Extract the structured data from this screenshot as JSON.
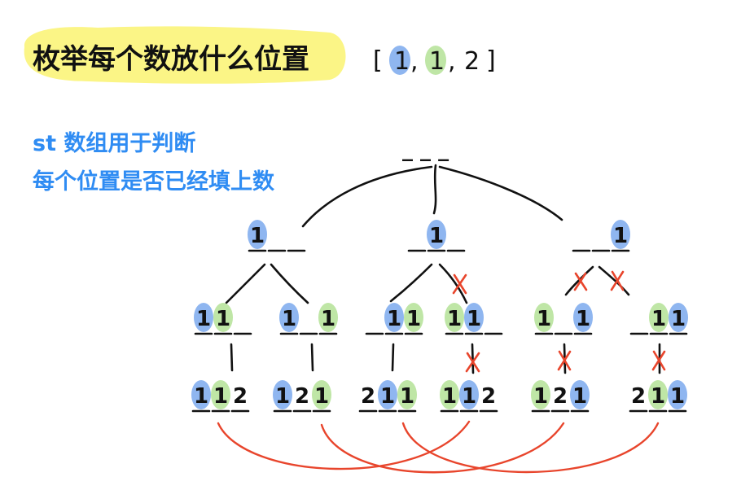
{
  "title": "枚举每个数放什么位置",
  "input_array": {
    "open": "[",
    "close": "]",
    "values": [
      "1",
      "1",
      "2"
    ],
    "separators": [
      ",",
      ","
    ]
  },
  "note_lines": [
    "st 数组用于判断",
    "每个位置是否已经填上数"
  ],
  "colors": {
    "blue_one": "#8fb6f0",
    "green_one": "#bfe6a6",
    "highlight": "#fbf586",
    "note": "#2f8cf3",
    "cross": "#e8452c",
    "line": "#111111"
  },
  "root_slots": "_ _ _",
  "level1": [
    {
      "slots": [
        "1",
        "",
        ""
      ],
      "colors": [
        "blue",
        "",
        ""
      ]
    },
    {
      "slots": [
        "",
        "1",
        ""
      ],
      "colors": [
        "",
        "blue",
        ""
      ]
    },
    {
      "slots": [
        "",
        "",
        "1"
      ],
      "colors": [
        "",
        "",
        "blue"
      ]
    }
  ],
  "level2": [
    {
      "slots": [
        "1",
        "1",
        ""
      ],
      "colors": [
        "blue",
        "green",
        ""
      ]
    },
    {
      "slots": [
        "1",
        "",
        "1"
      ],
      "colors": [
        "blue",
        "",
        "green"
      ]
    },
    {
      "slots": [
        "",
        "1",
        "1"
      ],
      "colors": [
        "",
        "blue",
        "green"
      ]
    },
    {
      "slots": [
        "1",
        "1",
        ""
      ],
      "colors": [
        "green",
        "blue",
        ""
      ]
    },
    {
      "slots": [
        "1",
        "",
        "1"
      ],
      "colors": [
        "green",
        "",
        "blue"
      ]
    },
    {
      "slots": [
        "",
        "1",
        "1"
      ],
      "colors": [
        "",
        "green",
        "blue"
      ]
    }
  ],
  "level3": [
    {
      "slots": [
        "1",
        "1",
        "2"
      ],
      "colors": [
        "blue",
        "green",
        ""
      ]
    },
    {
      "slots": [
        "1",
        "2",
        "1"
      ],
      "colors": [
        "blue",
        "",
        "green"
      ]
    },
    {
      "slots": [
        "2",
        "1",
        "1"
      ],
      "colors": [
        "",
        "blue",
        "green"
      ]
    },
    {
      "slots": [
        "1",
        "1",
        "2"
      ],
      "colors": [
        "green",
        "blue",
        ""
      ]
    },
    {
      "slots": [
        "1",
        "2",
        "1"
      ],
      "colors": [
        "green",
        "",
        "blue"
      ]
    },
    {
      "slots": [
        "2",
        "1",
        "1"
      ],
      "colors": [
        "",
        "green",
        "blue"
      ]
    }
  ],
  "cross_mark": "x"
}
